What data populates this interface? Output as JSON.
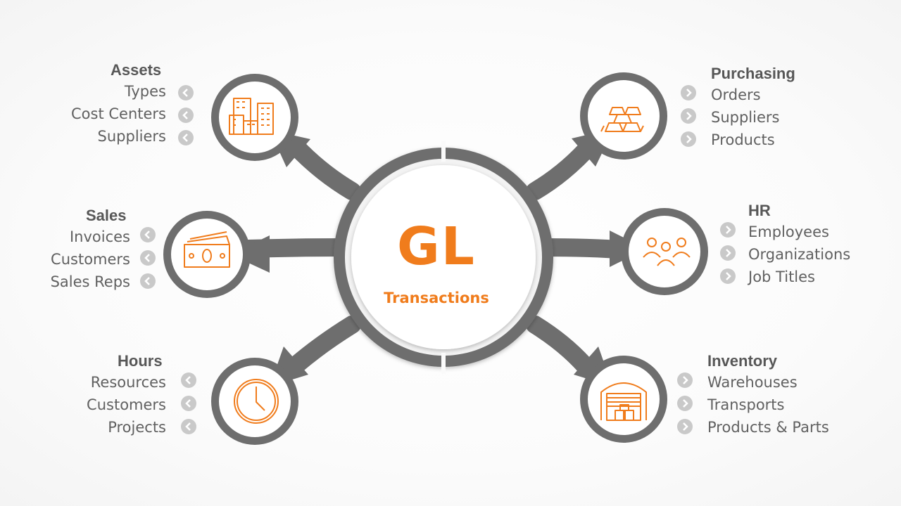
{
  "center": {
    "title": "GL",
    "subtitle": "Transactions"
  },
  "colors": {
    "accent": "#f07c1c",
    "hub": "#6e6e6e",
    "chevron": "#c9c9c9",
    "text": "#606060"
  },
  "groups": {
    "assets": {
      "title": "Assets",
      "icon": "buildings-icon",
      "items": [
        "Types",
        "Cost Centers",
        "Suppliers"
      ]
    },
    "sales": {
      "title": "Sales",
      "icon": "cash-icon",
      "items": [
        "Invoices",
        "Customers",
        "Sales Reps"
      ]
    },
    "hours": {
      "title": "Hours",
      "icon": "clock-icon",
      "items": [
        "Resources",
        "Customers",
        "Projects"
      ]
    },
    "purchasing": {
      "title": "Purchasing",
      "icon": "gold-bars-icon",
      "items": [
        "Orders",
        "Suppliers",
        "Products"
      ]
    },
    "hr": {
      "title": "HR",
      "icon": "people-icon",
      "items": [
        "Employees",
        "Organizations",
        "Job Titles"
      ]
    },
    "inventory": {
      "title": "Inventory",
      "icon": "warehouse-icon",
      "items": [
        "Warehouses",
        "Transports",
        "Products & Parts"
      ]
    }
  }
}
